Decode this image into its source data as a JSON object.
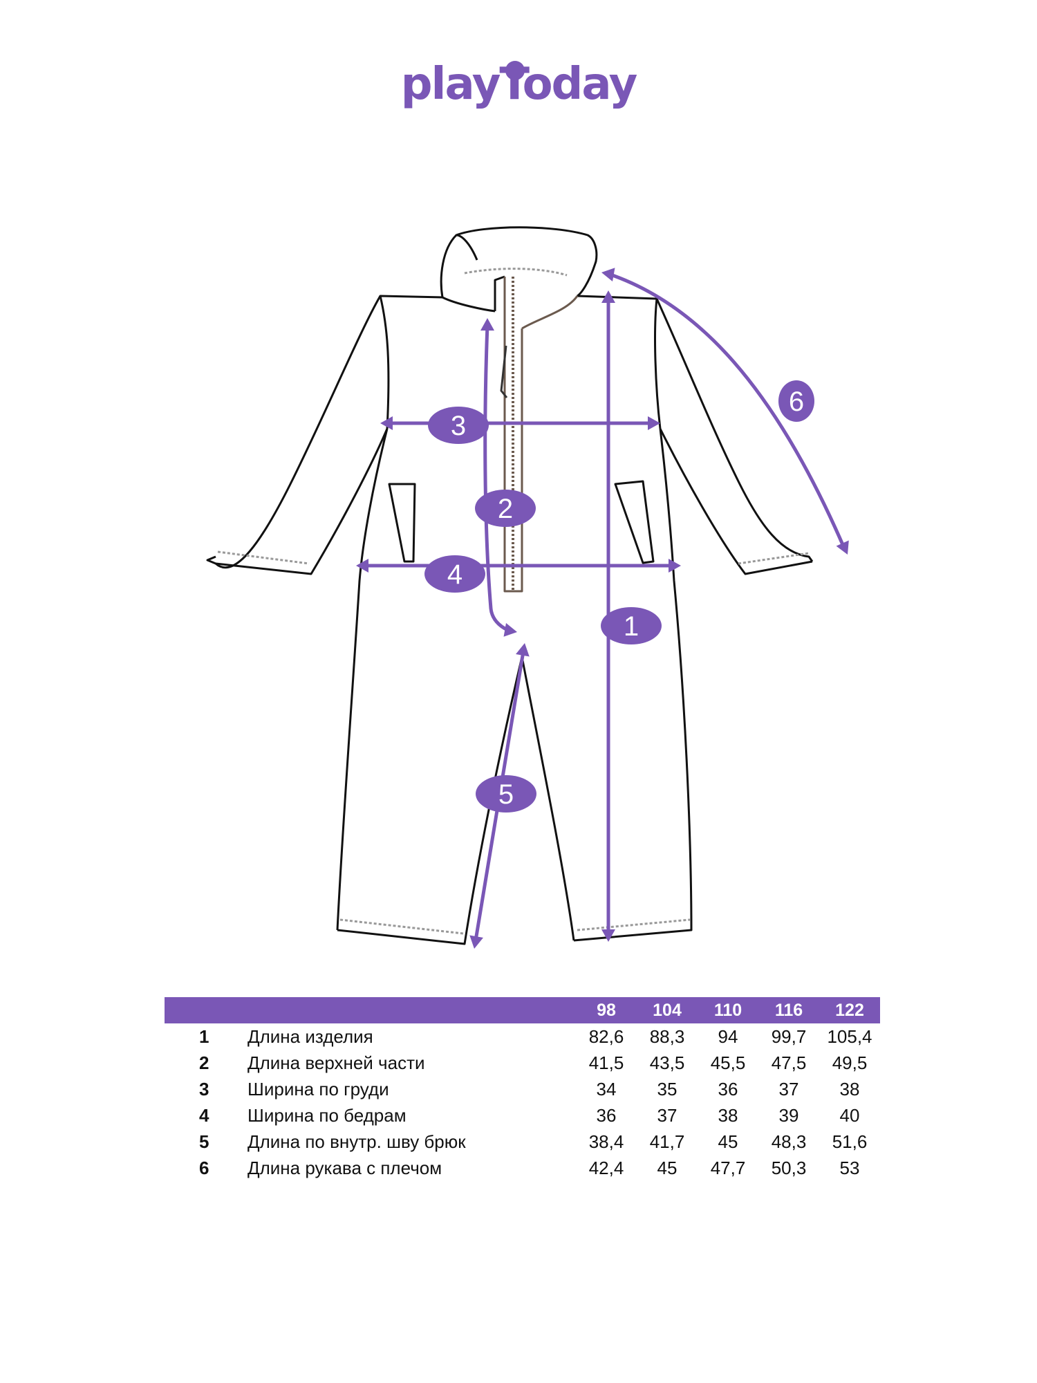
{
  "brand": {
    "logo_text": "playToday",
    "color": "#7a57b6"
  },
  "diagram": {
    "garment": "jumpsuit",
    "markers": [
      "1",
      "2",
      "3",
      "4",
      "5",
      "6"
    ]
  },
  "table": {
    "header": [
      "",
      "",
      "98",
      "104",
      "110",
      "116",
      "122"
    ],
    "rows": [
      {
        "num": "1",
        "name": "Длина изделия",
        "values": [
          "82,6",
          "88,3",
          "94",
          "99,7",
          "105,4"
        ]
      },
      {
        "num": "2",
        "name": "Длина верхней части",
        "values": [
          "41,5",
          "43,5",
          "45,5",
          "47,5",
          "49,5"
        ]
      },
      {
        "num": "3",
        "name": "Ширина по груди",
        "values": [
          "34",
          "35",
          "36",
          "37",
          "38"
        ]
      },
      {
        "num": "4",
        "name": "Ширина по бедрам",
        "values": [
          "36",
          "37",
          "38",
          "39",
          "40"
        ]
      },
      {
        "num": "5",
        "name": "Длина по внутр. шву брюк",
        "values": [
          "38,4",
          "41,7",
          "45",
          "48,3",
          "51,6"
        ]
      },
      {
        "num": "6",
        "name": "Длина рукава с плечом",
        "values": [
          "42,4",
          "45",
          "47,7",
          "50,3",
          "53"
        ]
      }
    ]
  }
}
